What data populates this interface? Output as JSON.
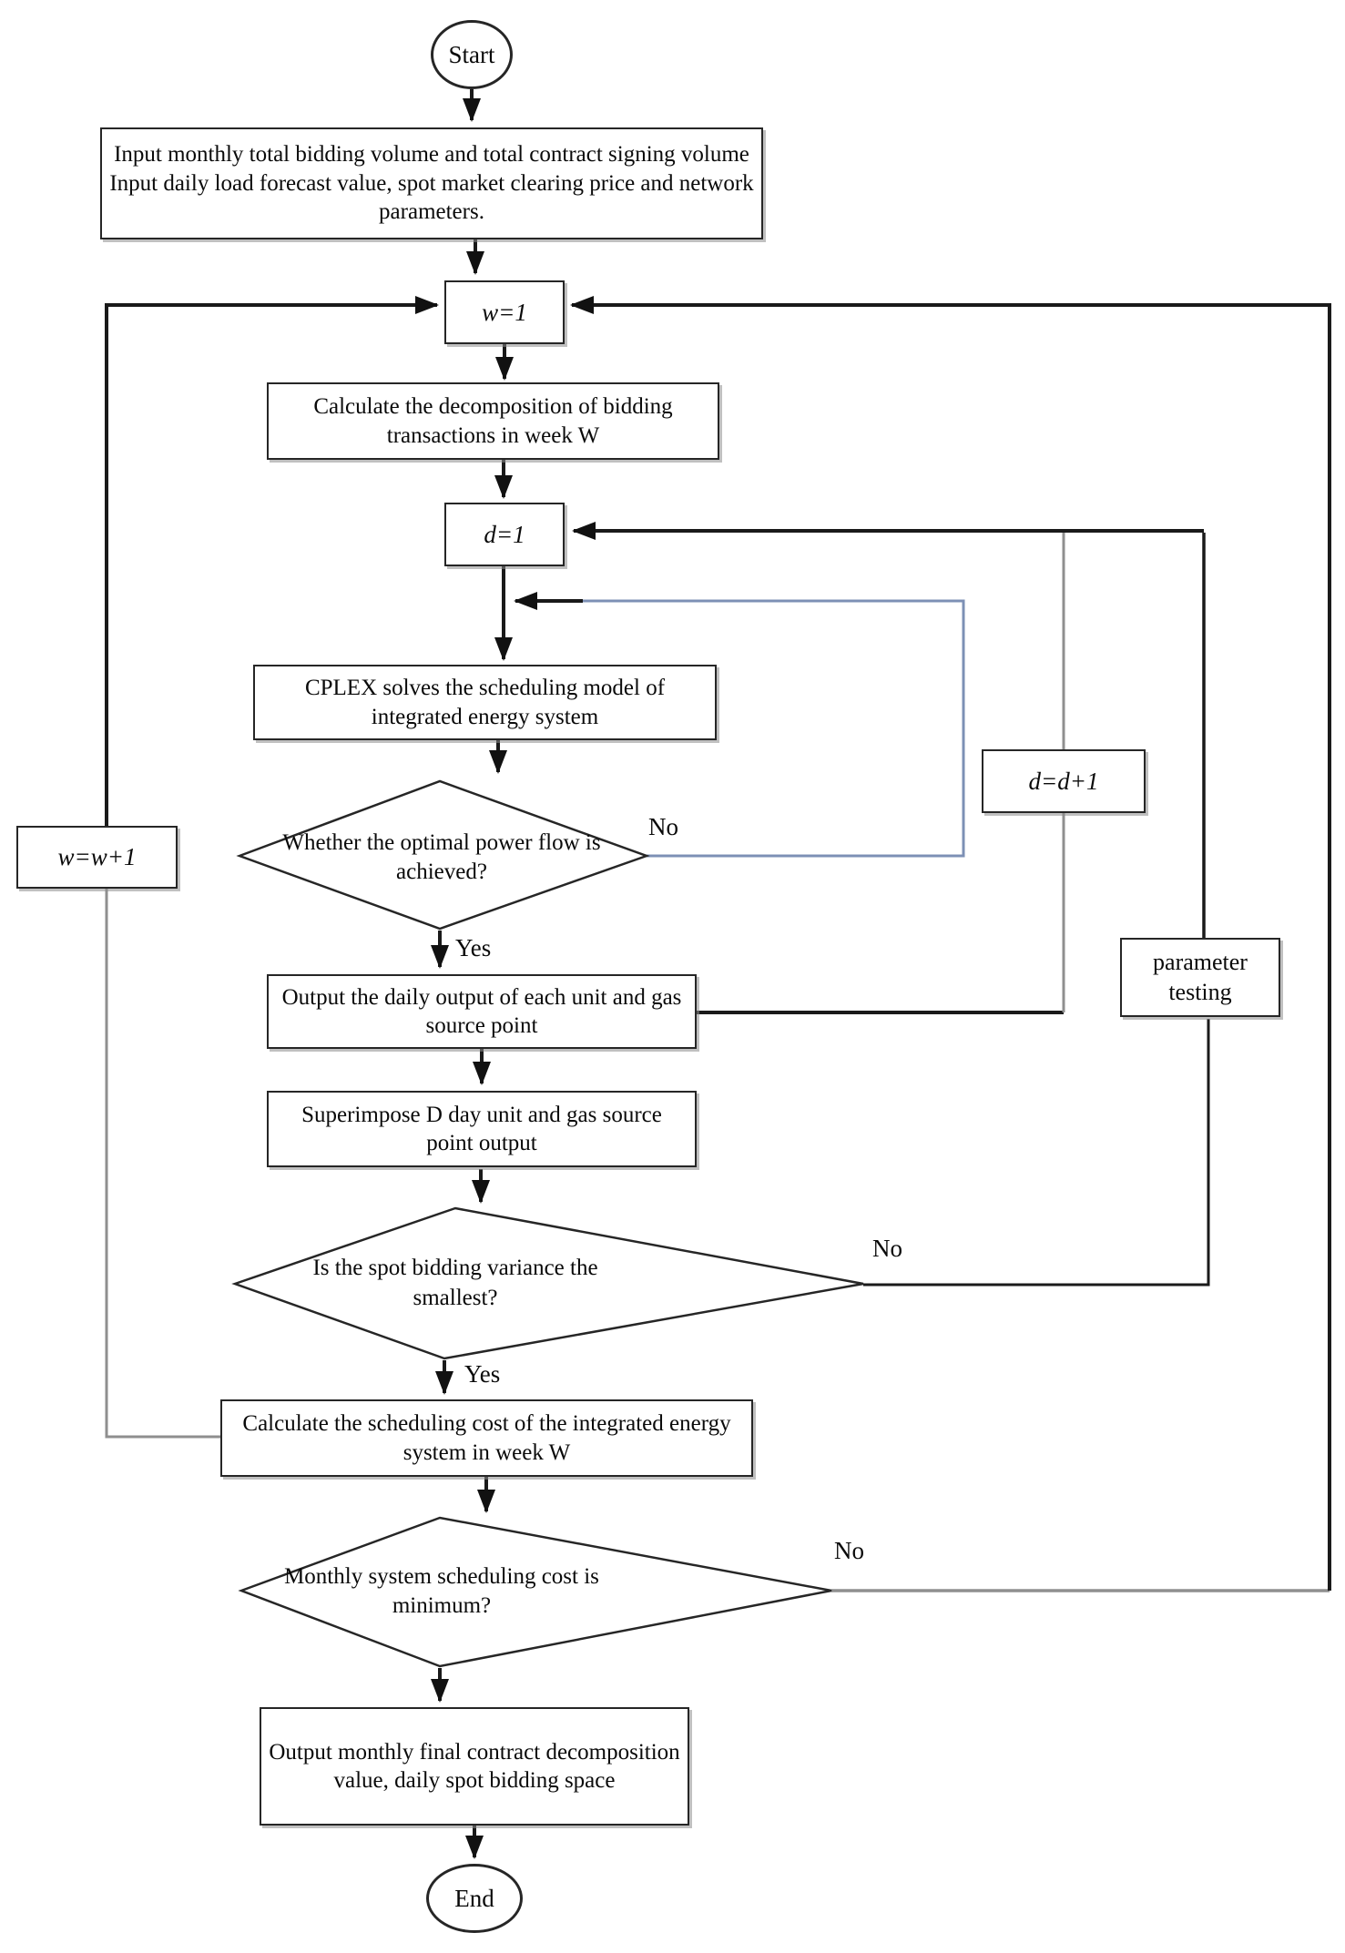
{
  "diagram": {
    "nodes": {
      "start": {
        "label": "Start"
      },
      "input": {
        "label": "Input monthly total bidding volume and total contract signing volume Input daily load forecast value, spot market clearing price and network parameters."
      },
      "w_init": {
        "label": "w=1"
      },
      "calc_decomp": {
        "label": "Calculate the decomposition of bidding transactions in week W"
      },
      "d_init": {
        "label": "d=1"
      },
      "cplex": {
        "label": "CPLEX solves the scheduling model of integrated energy system"
      },
      "opf_decision": {
        "label": "Whether the optimal power flow is achieved?"
      },
      "output_daily": {
        "label": "Output the daily output of each unit and gas source point"
      },
      "superimpose": {
        "label": "Superimpose D day unit and gas source point output"
      },
      "variance_decision": {
        "label": "Is the spot bidding variance the smallest?"
      },
      "calc_cost": {
        "label": "Calculate the scheduling cost of the integrated energy system in week W"
      },
      "cost_decision": {
        "label": "Monthly system scheduling cost is minimum?"
      },
      "output_final": {
        "label": "Output monthly final contract decomposition value, daily spot bidding space"
      },
      "end": {
        "label": "End"
      },
      "w_inc": {
        "label": "w=w+1"
      },
      "d_inc": {
        "label": "d=d+1"
      },
      "param_test": {
        "label": "parameter testing"
      }
    },
    "edge_labels": {
      "opf_yes": "Yes",
      "opf_no": "No",
      "variance_yes": "Yes",
      "variance_no": "No",
      "cost_no": "No"
    },
    "colors": {
      "line": "#1a1a1a",
      "gray": "#8f8f8f",
      "blue": "#7d90b5",
      "shape_stroke": "#262626",
      "shape_fill": "#ffffff"
    }
  }
}
